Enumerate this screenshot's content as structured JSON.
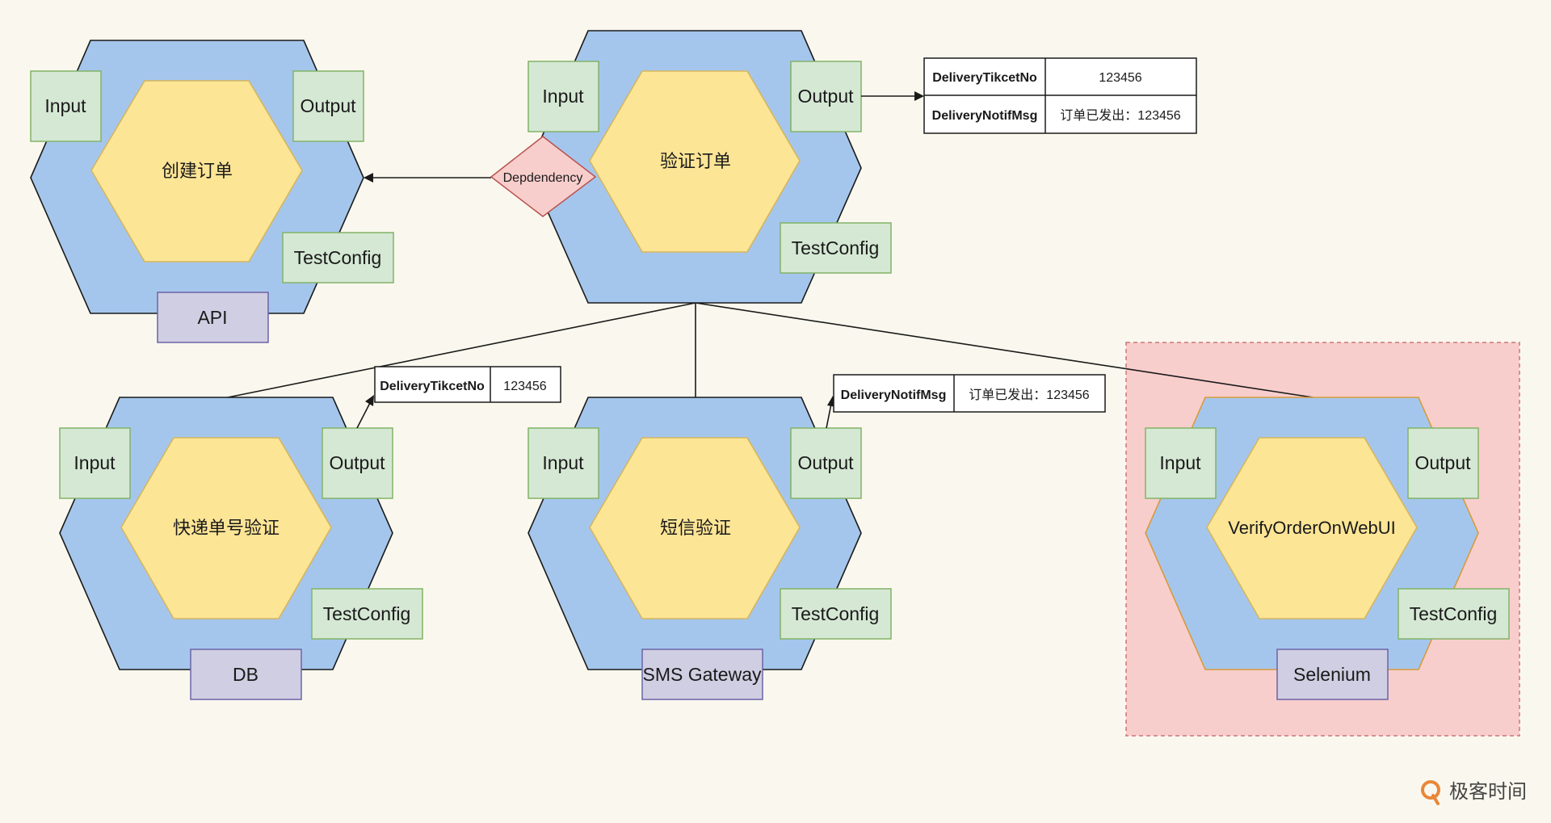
{
  "modules": [
    {
      "id": "create-order",
      "core": "创建订单",
      "input": "Input",
      "output": "Output",
      "config": "TestConfig",
      "adapter": "API"
    },
    {
      "id": "verify-order",
      "core": "验证订单",
      "input": "Input",
      "output": "Output",
      "config": "TestConfig",
      "adapter": null
    },
    {
      "id": "delivery-verify",
      "core": "快递单号验证",
      "input": "Input",
      "output": "Output",
      "config": "TestConfig",
      "adapter": "DB"
    },
    {
      "id": "sms-verify",
      "core": "短信验证",
      "input": "Input",
      "output": "Output",
      "config": "TestConfig",
      "adapter": "SMS Gateway"
    },
    {
      "id": "webui-verify",
      "core": "VerifyOrderOnWebUI",
      "input": "Input",
      "output": "Output",
      "config": "TestConfig",
      "adapter": "Selenium"
    }
  ],
  "dependency": {
    "label": "Depdendency"
  },
  "tables": {
    "verify_output": [
      {
        "key": "DeliveryTikcetNo",
        "value": "123456"
      },
      {
        "key": "DeliveryNotifMsg",
        "value": "订单已发出：123456"
      }
    ],
    "delivery_output": [
      {
        "key": "DeliveryTikcetNo",
        "value": "123456"
      }
    ],
    "sms_output": [
      {
        "key": "DeliveryNotifMsg",
        "value": "订单已发出：123456"
      }
    ]
  },
  "colors": {
    "background": "#faf8ee",
    "outer_hex": "#a5c6ec",
    "inner_hex": "#fde596",
    "port_box": "#d5e8d4",
    "adapter_box": "#d0cee2",
    "dependency": "#f8cecc",
    "highlight_region": "#f8cecc"
  },
  "brand": {
    "name": "极客时间"
  }
}
